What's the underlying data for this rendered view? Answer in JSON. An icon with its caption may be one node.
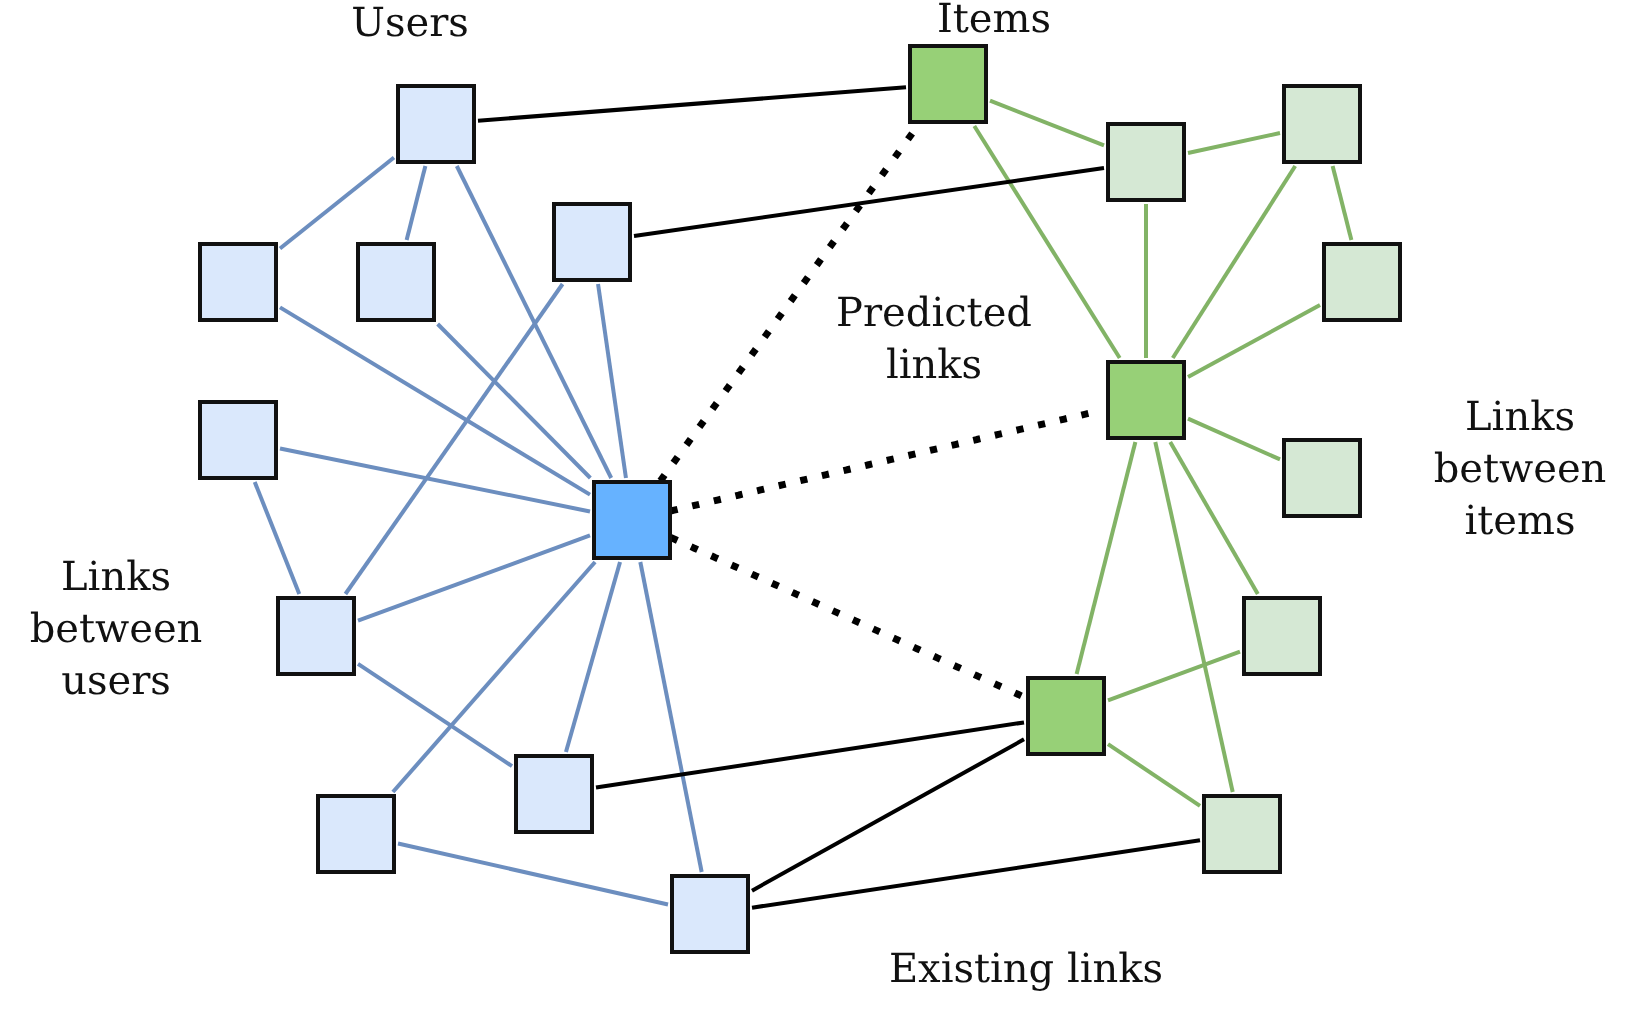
{
  "diagram": {
    "nodes": [
      {
        "text": [],
        "shape": "box"
      },
      {
        "text": [],
        "shape": "box"
      },
      {
        "text": [],
        "shape": "box"
      },
      {
        "text": [],
        "shape": "box"
      },
      {
        "text": [],
        "shape": "box"
      },
      {
        "text": [],
        "shape": "box"
      },
      {
        "text": [],
        "shape": "box"
      },
      {
        "text": [],
        "shape": "box"
      },
      {
        "text": [],
        "shape": "box"
      },
      {
        "text": [],
        "shape": "box"
      },
      {
        "text": [],
        "shape": "box"
      },
      {
        "text": [],
        "shape": "box"
      },
      {
        "text": [],
        "shape": "box"
      },
      {
        "text": [],
        "shape": "box"
      },
      {
        "text": [],
        "shape": "box"
      },
      {
        "text": [],
        "shape": "box"
      },
      {
        "text": [],
        "shape": "box"
      },
      {
        "text": [],
        "shape": "box"
      },
      {
        "text": [],
        "shape": "box"
      }
    ],
    "edges": [
      {
        "from": 0,
        "to": 1,
        "arrow": "none"
      },
      {
        "from": 0,
        "to": 2,
        "arrow": "none"
      },
      {
        "from": 0,
        "to": 5,
        "arrow": "none"
      },
      {
        "from": 1,
        "to": 5,
        "arrow": "none"
      },
      {
        "from": 2,
        "to": 5,
        "arrow": "none"
      },
      {
        "from": 3,
        "to": 5,
        "arrow": "none"
      },
      {
        "from": 3,
        "to": 6,
        "arrow": "none"
      },
      {
        "from": 4,
        "to": 5,
        "arrow": "none"
      },
      {
        "from": 4,
        "to": 6,
        "arrow": "none"
      },
      {
        "from": 6,
        "to": 5,
        "arrow": "none"
      },
      {
        "from": 6,
        "to": 7,
        "arrow": "none"
      },
      {
        "from": 7,
        "to": 5,
        "arrow": "none"
      },
      {
        "from": 8,
        "to": 5,
        "arrow": "none"
      },
      {
        "from": 9,
        "to": 5,
        "arrow": "none"
      },
      {
        "from": 8,
        "to": 9,
        "arrow": "none"
      },
      {
        "from": 10,
        "to": 11,
        "arrow": "none",
        "color": "#82b366"
      },
      {
        "from": 10,
        "to": 14,
        "arrow": "none",
        "color": "#82b366"
      },
      {
        "from": 11,
        "to": 14,
        "arrow": "none",
        "color": "#82b366"
      },
      {
        "from": 11,
        "to": 12,
        "arrow": "none",
        "color": "#82b366"
      },
      {
        "from": 12,
        "to": 14,
        "arrow": "none",
        "color": "#82b366"
      },
      {
        "from": 12,
        "to": 13,
        "arrow": "none",
        "color": "#82b366"
      },
      {
        "from": 13,
        "to": 14,
        "arrow": "none",
        "color": "#82b366"
      },
      {
        "from": 14,
        "to": 15,
        "arrow": "none",
        "color": "#82b366"
      },
      {
        "from": 14,
        "to": 17,
        "arrow": "none",
        "color": "#82b366"
      },
      {
        "from": 14,
        "to": 16,
        "arrow": "none",
        "color": "#82b366"
      },
      {
        "from": 14,
        "to": 18,
        "arrow": "none",
        "color": "#82b366"
      },
      {
        "from": 17,
        "to": 16,
        "arrow": "none",
        "color": "#82b366"
      },
      {
        "from": 17,
        "to": 18,
        "arrow": "none",
        "color": "#82b366"
      },
      {
        "from": 0,
        "to": 10,
        "arrow": "none",
        "color": "#000000"
      },
      {
        "from": 3,
        "to": 11,
        "arrow": "none",
        "color": "#000000"
      },
      {
        "from": 7,
        "to": 17,
        "arrow": "none",
        "color": "#000000"
      },
      {
        "from": 9,
        "to": 17,
        "arrow": "none",
        "color": "#000000"
      },
      {
        "from": 9,
        "to": 18,
        "arrow": "none",
        "color": "#000000"
      },
      {
        "from": 5,
        "to": 10,
        "arrow": "none",
        "style": "dashed",
        "color": "#000000"
      },
      {
        "from": 5,
        "to": 14,
        "arrow": "none",
        "style": "dashed",
        "color": "#000000"
      },
      {
        "from": 5,
        "to": 17,
        "arrow": "none",
        "style": "dashed",
        "color": "#000000"
      }
    ],
    "labels": [
      "Users",
      "Items",
      "Predicted links",
      "Links between items",
      "Links between users",
      "Existing links"
    ]
  }
}
